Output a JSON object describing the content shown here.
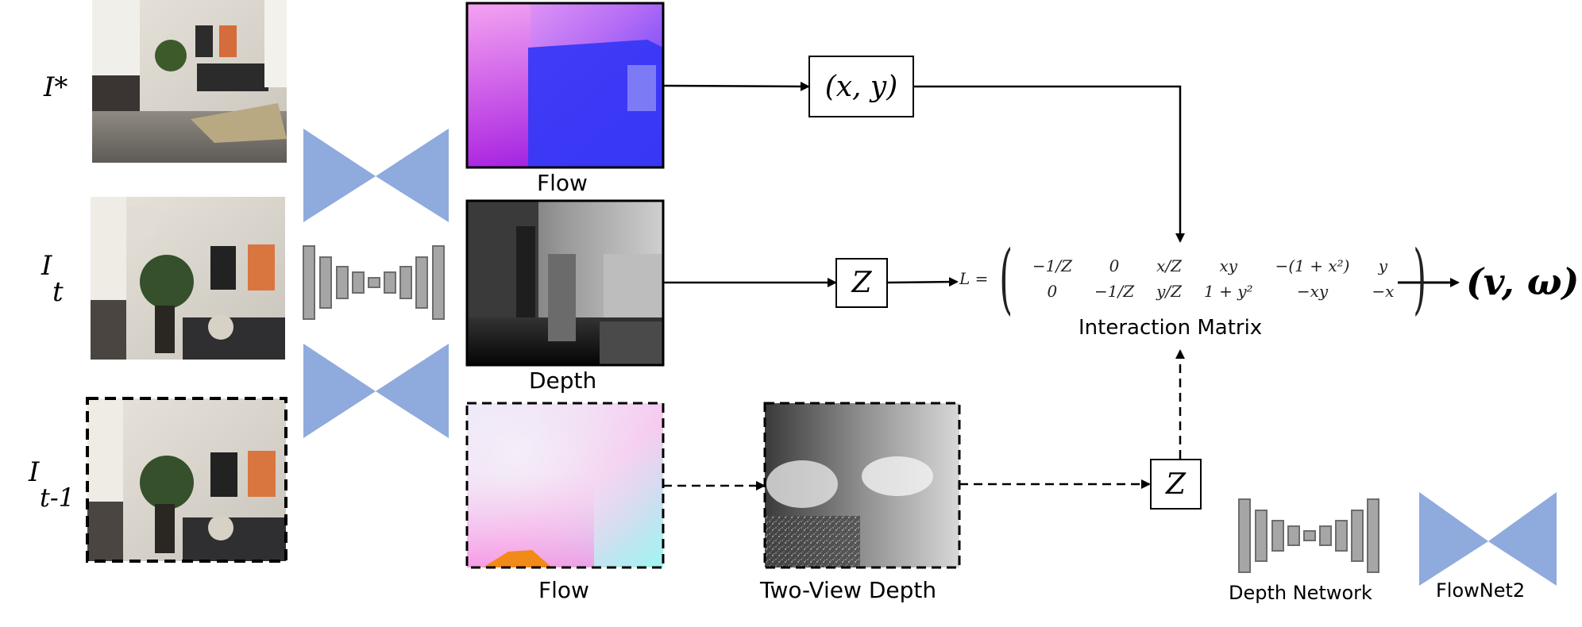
{
  "inputs": {
    "i_star": "I*",
    "i_t_main": "I",
    "i_t_sub": "t",
    "i_t1_main": "I",
    "i_t1_sub": "t-1"
  },
  "panels": {
    "flow_top_label": "Flow",
    "depth_label": "Depth",
    "flow_bottom_label": "Flow",
    "two_view_label": "Two-View Depth"
  },
  "boxes": {
    "xy": "(x, y)",
    "z_top": "Z",
    "z_bottom": "Z"
  },
  "matrix": {
    "lhs": "L =",
    "row1": [
      "−1/Z",
      "0",
      "x/Z",
      "xy",
      "−(1 + x²)",
      "y"
    ],
    "row2": [
      "0",
      "−1/Z",
      "y/Z",
      "1 + y²",
      "−xy",
      "−x"
    ],
    "caption": "Interaction Matrix"
  },
  "output": "(v, ω)",
  "legend": {
    "depth_network": "Depth Network",
    "flownet2": "FlowNet2"
  },
  "colors": {
    "flownet_fill": "#8faadc",
    "depthnet_fill": "#a6a6a6"
  }
}
